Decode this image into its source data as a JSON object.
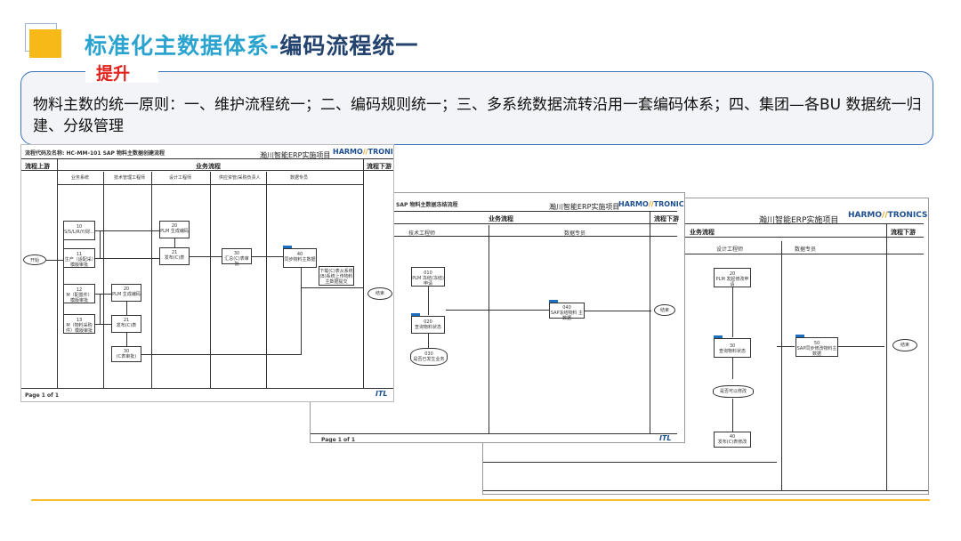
{
  "title": {
    "part1": "标准化主数据体系-",
    "part2": "编码流程统一"
  },
  "callout": {
    "label": "提升",
    "text": "物料主数的统一原则：一、维护流程统一；二、编码规则统一；三、多系统数据流转沿用一套编码体系；四、集团—各BU 数据统一归建、分级管理"
  },
  "doc1": {
    "header": "流程代码及名称: HC-MM-101 SAP 物料主数据创建流程",
    "project": "瀚川智能ERP实施项目",
    "logo_a": "HARMO",
    "logo_b": "TRONICS",
    "upstream": "流程上游",
    "business": "业务流程",
    "downstream": "流程下游",
    "lanes": [
      "业务系统",
      "技术管理工程师",
      "设计工程师",
      "供应资管/采购负责人",
      "数据专员"
    ],
    "start": "开始",
    "end": "结束",
    "steps": [
      {
        "id": "10",
        "text": "S/S/L/R/Y/财..."
      },
      {
        "id": "11",
        "text": "生产（适配采）模版审批"
      },
      {
        "id": "12",
        "text": "M（配置件）模版审批"
      },
      {
        "id": "13",
        "text": "M（物料采购件）模版审批"
      },
      {
        "id": "20",
        "text": "PLM 生成编码"
      },
      {
        "id": "20",
        "text": "PLM 生成编码"
      },
      {
        "id": "21",
        "text": "发布(C)表"
      },
      {
        "id": "21",
        "text": "发布(C)表"
      },
      {
        "id": "30",
        "text": "汇总(C)表审批"
      },
      {
        "id": "30",
        "text": "(C表审批)"
      },
      {
        "id": "40",
        "text": "同步物料主数据"
      }
    ],
    "note": "下载(C)表从系统(B)系统上传物料主数据提交",
    "footer": "Page 1 of 1",
    "itl": "ITL"
  },
  "doc2": {
    "header": "SAP 物料主数据冻结流程",
    "project": "瀚川智能ERP实施项目",
    "logo_a": "HARMO",
    "logo_b": "TRONICS",
    "business": "业务流程",
    "downstream": "流程下游",
    "lanes": [
      "技术工程师",
      "数据专员"
    ],
    "end": "结束",
    "steps": [
      {
        "id": "010",
        "text": "PLM 冻结(冻结)申请"
      },
      {
        "id": "020",
        "text": "查询物料状态"
      },
      {
        "id": "030",
        "text": "是否已发生业务"
      },
      {
        "id": "040",
        "text": "SAP冻结物料 主数据"
      }
    ],
    "footer": "Page 1 of 1",
    "itl": "ITL"
  },
  "doc3": {
    "project": "瀚川智能ERP实施项目",
    "logo_a": "HARMO",
    "logo_b": "TRONICS",
    "business": "业务流程",
    "downstream": "流程下游",
    "lanes": [
      "设计工程师",
      "数据专员"
    ],
    "end": "结束",
    "steps": [
      {
        "id": "20",
        "text": "PLM 发起修改申请"
      },
      {
        "id": "30",
        "text": "查询物料状态"
      },
      {
        "id": "",
        "text": "是否可以修改"
      },
      {
        "id": "40",
        "text": "发布(C)表修改"
      },
      {
        "id": "50",
        "text": "SAP同步修改物料主数据"
      }
    ]
  }
}
